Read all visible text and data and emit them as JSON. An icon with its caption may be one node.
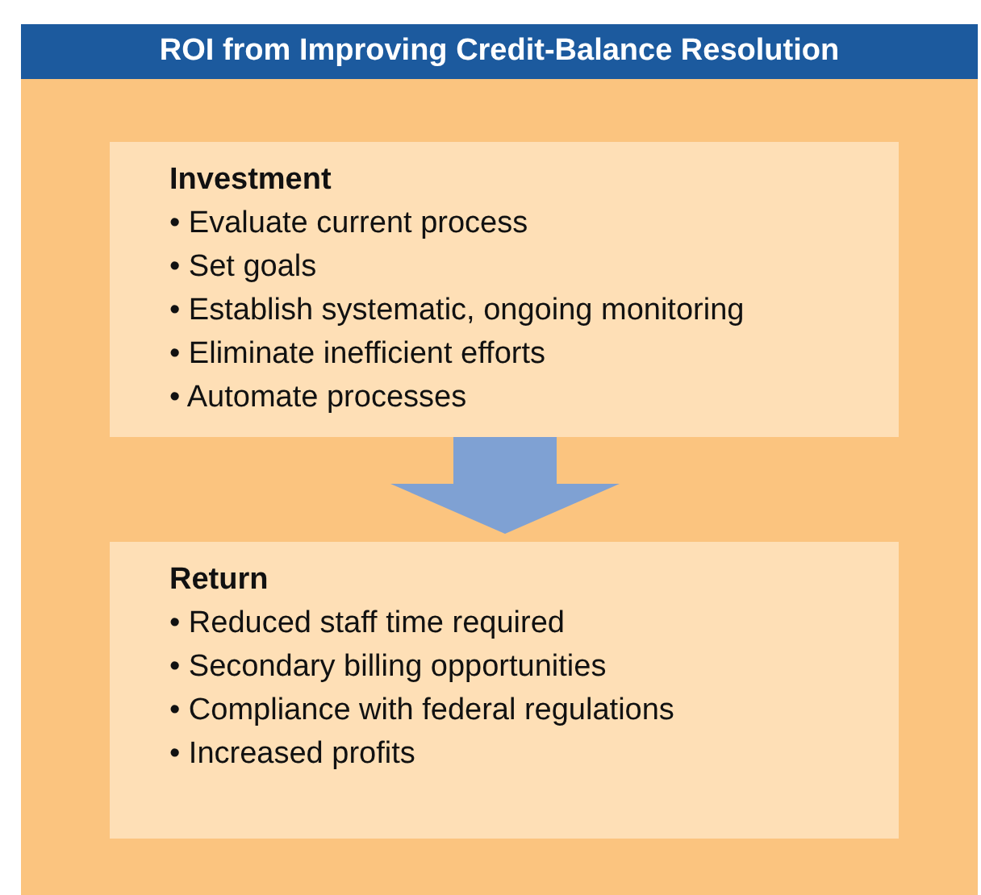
{
  "diagram": {
    "title": "ROI from Improving Credit-Balance Resolution",
    "nodes": [
      {
        "text": [
          "Investment",
          "• Evaluate current process",
          "• Set goals",
          "• Establish systematic, ongoing monitoring",
          "• Eliminate inefficient efforts",
          "• Automate processes"
        ]
      },
      {
        "text": [
          "Return",
          "• Reduced staff time required",
          "• Secondary billing opportunities",
          "• Compliance with federal regulations",
          "• Increased profits"
        ]
      }
    ],
    "edges": [
      {
        "from": 0,
        "to": 1,
        "arrow": "to"
      }
    ]
  }
}
